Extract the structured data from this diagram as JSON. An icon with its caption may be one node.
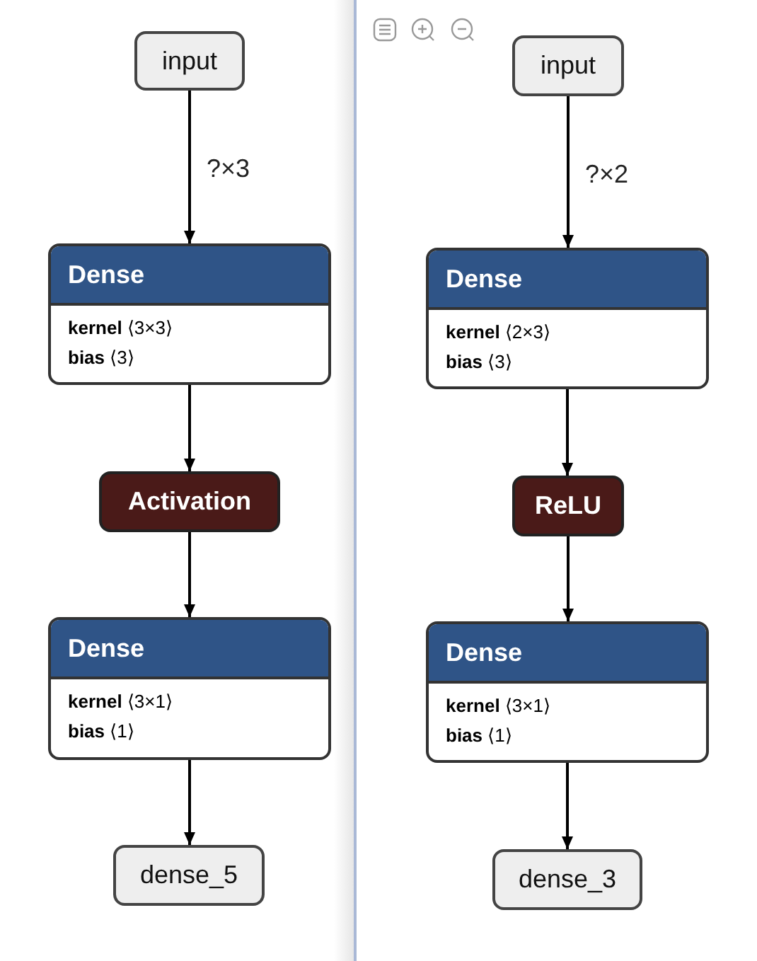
{
  "diagram": {
    "nodes": [
      {
        "text": [
          "input"
        ]
      },
      {
        "text": [
          "Dense",
          "**kernel** ⟨3×3⟩",
          "**bias** ⟨3⟩"
        ]
      },
      {
        "text": [
          "Activation"
        ]
      },
      {
        "text": [
          "Dense",
          "**kernel** ⟨3×1⟩",
          "**bias** ⟨1⟩"
        ]
      },
      {
        "text": [
          "dense_5"
        ]
      },
      {
        "text": [
          "input"
        ]
      },
      {
        "text": [
          "Dense",
          "**kernel** ⟨2×3⟩",
          "**bias** ⟨3⟩"
        ]
      },
      {
        "text": [
          "ReLU"
        ]
      },
      {
        "text": [
          "Dense",
          "**kernel** ⟨3×1⟩",
          "**bias** ⟨1⟩"
        ]
      },
      {
        "text": [
          "dense_3"
        ]
      }
    ],
    "edges": [
      {
        "from": 0,
        "to": 1,
        "arrow": "to",
        "label": "?×3"
      },
      {
        "from": 1,
        "to": 2,
        "arrow": "to"
      },
      {
        "from": 2,
        "to": 3,
        "arrow": "to"
      },
      {
        "from": 3,
        "to": 4,
        "arrow": "to"
      },
      {
        "from": 5,
        "to": 6,
        "arrow": "to",
        "label": "?×2"
      },
      {
        "from": 6,
        "to": 7,
        "arrow": "to"
      },
      {
        "from": 7,
        "to": 8,
        "arrow": "to"
      },
      {
        "from": 8,
        "to": 9,
        "arrow": "to"
      }
    ]
  }
}
